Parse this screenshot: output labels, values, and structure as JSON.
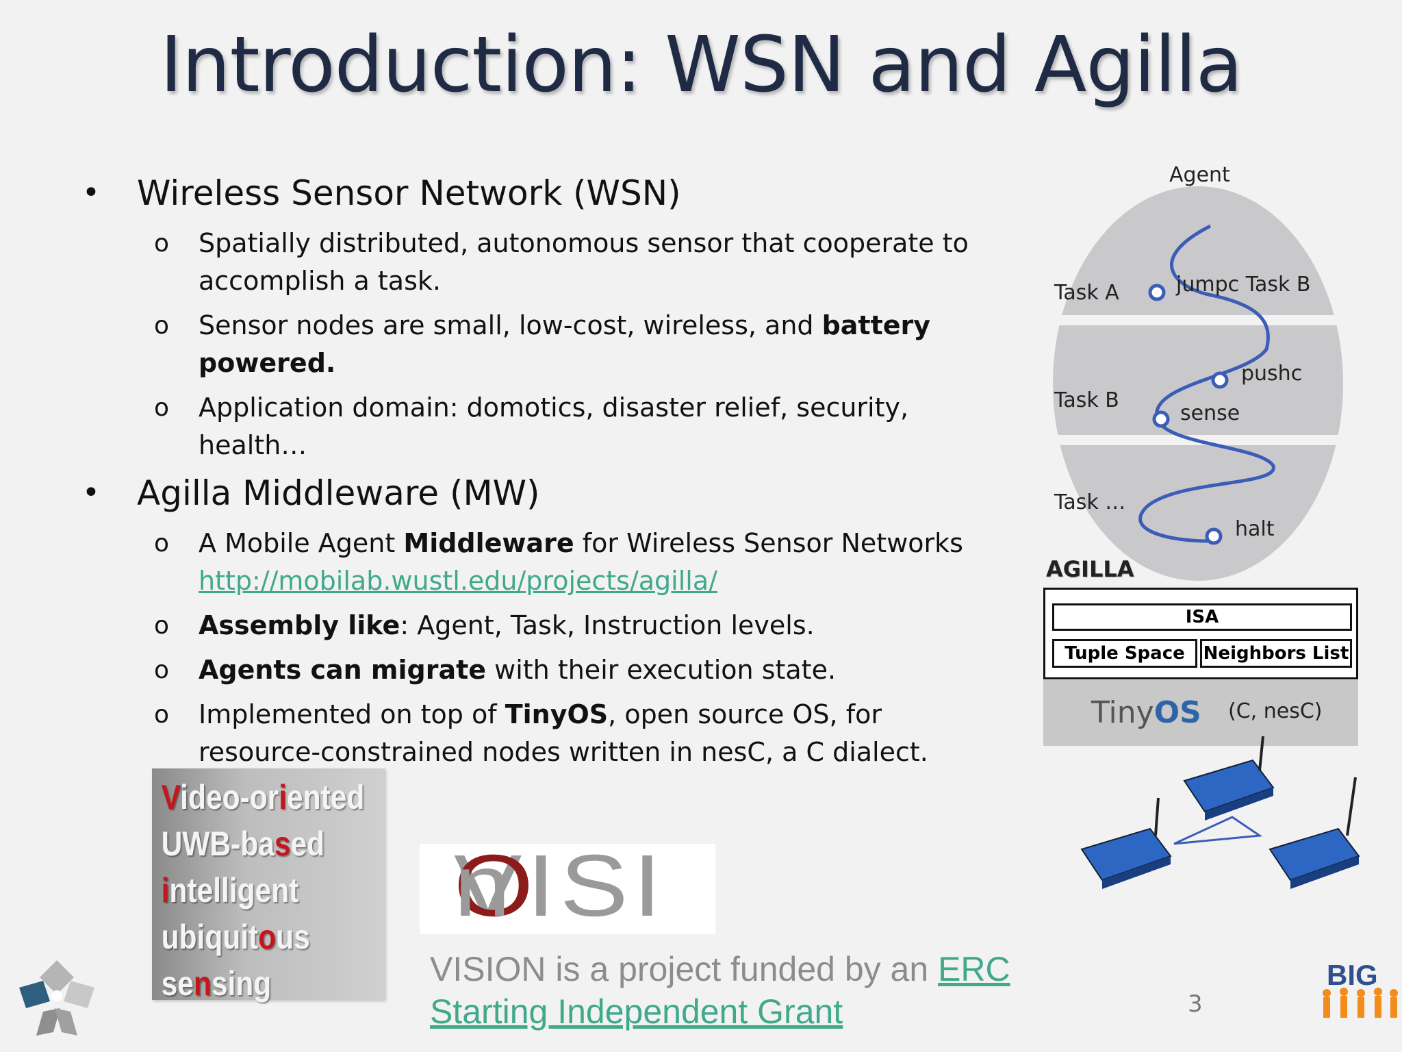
{
  "slide": {
    "title": "Introduction: WSN and Agilla",
    "page_number": "3"
  },
  "bullets": {
    "wsn": {
      "heading": "Wireless Sensor Network (WSN)",
      "item1": "Spatially distributed, autonomous sensor that cooperate to accomplish a task.",
      "item2_pre": "Sensor nodes are small, low-cost, wireless, and ",
      "item2_bold": "battery powered.",
      "item3": "Application domain: domotics, disaster relief, security, health…"
    },
    "agilla": {
      "heading": "Agilla Middleware (MW)",
      "item1_pre": "A Mobile Agent ",
      "item1_bold": "Middleware",
      "item1_post": " for Wireless  Sensor Networks",
      "item1_link": "http://mobilab.wustl.edu/projects/agilla/",
      "item2_bold": "Assembly like",
      "item2_post": ": Agent, Task, Instruction levels.",
      "item3_bold": "Agents can migrate",
      "item3_post": " with their execution state.",
      "item4_pre": "Implemented on top of ",
      "item4_bold": "TinyOS",
      "item4_post": ", open source OS, for resource-constrained nodes written in nesC, a C dialect."
    }
  },
  "vision_box": {
    "line1_a": "V",
    "line1_b": "ideo-or",
    "line1_c": "i",
    "line1_d": "ented",
    "line2_a": "UWB-ba",
    "line2_b": "s",
    "line2_c": "ed",
    "line3_a": "i",
    "line3_b": "ntelligent",
    "line4_a": "ubiquit",
    "line4_b": "o",
    "line4_c": "us",
    "line5_a": "se",
    "line5_b": "n",
    "line5_c": "sing"
  },
  "vision_logo": {
    "a": "VISI",
    "b": "O",
    "c": "n"
  },
  "funding": {
    "text": "VISION is a project funded by an ",
    "link": "ERC Starting Independent Grant"
  },
  "diagram": {
    "agent_label": "Agent",
    "task_a": "Task A",
    "task_b": "Task B",
    "task_etc": "Task …",
    "instr_jumpc": "jumpc Task B",
    "instr_pushc": "pushc",
    "instr_sense": "sense",
    "instr_halt": "halt",
    "agilla_label": "AGILLA",
    "isa": "ISA",
    "tuple_space": "Tuple Space",
    "neighbors_list": "Neighbors List",
    "tinyos_a": "Tiny",
    "tinyos_b": "OS",
    "tinyos_lang": "(C, nesC)"
  },
  "colors": {
    "title": "#1f2a44",
    "link": "#3fa98a",
    "accent_red": "#c4161c",
    "curve": "#3b5db8"
  }
}
